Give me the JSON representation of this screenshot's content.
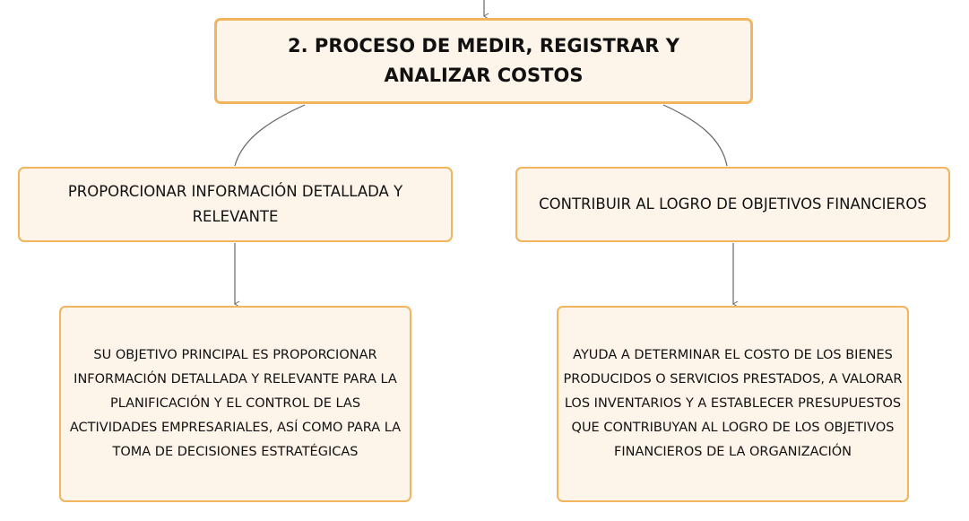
{
  "diagram": {
    "root": {
      "label": "2. PROCESO DE MEDIR, REGISTRAR Y ANALIZAR COSTOS"
    },
    "branches": [
      {
        "label": "PROPORCIONAR INFORMACIÓN DETALLADA Y RELEVANTE",
        "detail": "SU OBJETIVO PRINCIPAL ES PROPORCIONAR INFORMACIÓN DETALLADA Y RELEVANTE PARA LA PLANIFICACIÓN Y EL CONTROL DE LAS ACTIVIDADES EMPRESARIALES, ASÍ COMO PARA LA TOMA DE DECISIONES ESTRATÉGICAS"
      },
      {
        "label": "CONTRIBUIR AL LOGRO DE OBJETIVOS FINANCIEROS",
        "detail": "AYUDA A DETERMINAR EL COSTO DE LOS BIENES PRODUCIDOS O SERVICIOS PRESTADOS, A VALORAR LOS INVENTARIOS Y A ESTABLECER PRESUPUESTOS QUE CONTRIBUYAN AL LOGRO DE LOS OBJETIVOS FINANCIEROS DE LA ORGANIZACIÓN"
      }
    ],
    "colors": {
      "node_fill": "#fdf4ea",
      "node_border": "#f2b45c",
      "connector": "#666666",
      "text": "#111111"
    }
  }
}
